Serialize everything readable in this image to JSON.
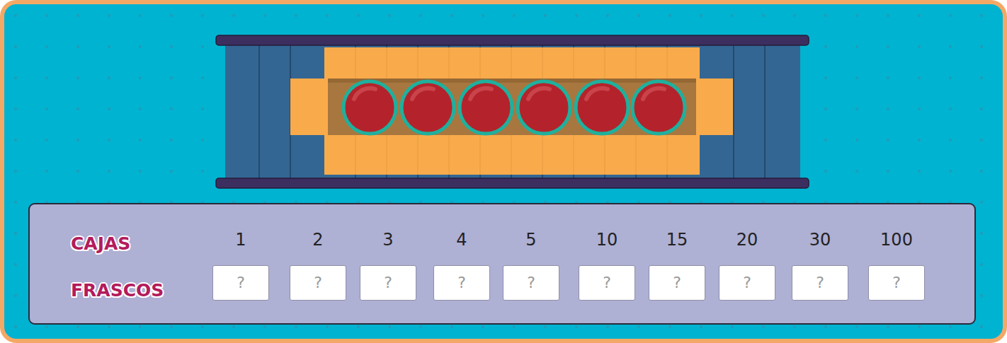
{
  "diagram": {
    "nodes": [
      {
        "text": [
          "?"
        ]
      },
      {
        "text": [
          "?"
        ]
      },
      {
        "text": [
          "?"
        ]
      },
      {
        "text": [
          "?"
        ]
      },
      {
        "text": [
          "?"
        ]
      },
      {
        "text": [
          "?"
        ]
      },
      {
        "text": [
          "?"
        ]
      },
      {
        "text": [
          "?"
        ]
      },
      {
        "text": [
          "?"
        ]
      },
      {
        "text": [
          "?"
        ]
      }
    ],
    "labels": [
      "CAJAS",
      "1",
      "2",
      "3",
      "4",
      "5",
      "10",
      "15",
      "20",
      "30",
      "100",
      "FRASCOS"
    ]
  }
}
